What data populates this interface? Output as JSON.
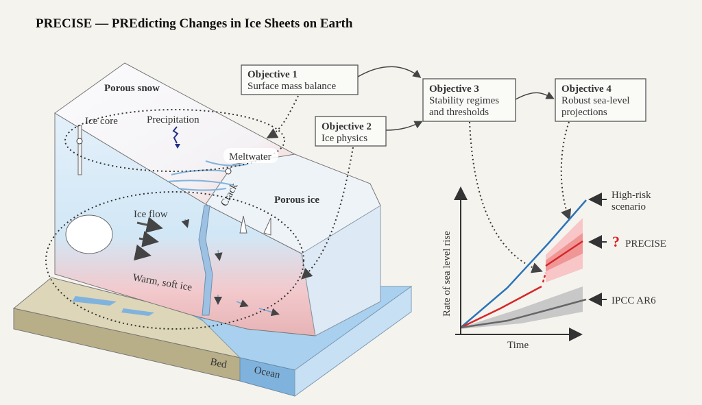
{
  "title": "PRECISE — PREdicting Changes in Ice Sheets on Earth",
  "objectives": [
    {
      "title": "Objective 1",
      "lines": [
        "Surface mass balance"
      ]
    },
    {
      "title": "Objective 2",
      "lines": [
        "Ice physics"
      ]
    },
    {
      "title": "Objective 3",
      "lines": [
        "Stability regimes",
        "and thresholds"
      ]
    },
    {
      "title": "Objective 4",
      "lines": [
        "Robust sea-level",
        "projections"
      ]
    }
  ],
  "labels": {
    "porous_snow": "Porous snow",
    "ice_core": "Ice core",
    "precipitation": "Precipitation",
    "meltwater": "Meltwater",
    "crack": "Crack",
    "porous_ice": "Porous ice",
    "ice_flow": "Ice flow",
    "warm_soft_ice": "Warm, soft ice",
    "bed": "Bed",
    "ocean": "Ocean"
  },
  "chart_data": {
    "type": "line",
    "xlabel": "Time",
    "ylabel": "Rate of sea level rise",
    "series": [
      {
        "name": "High-risk scenario",
        "label_lines": [
          "High-risk",
          "scenario"
        ],
        "color": "#2b74b8"
      },
      {
        "name": "PRECISE",
        "marker": "?",
        "color": "#d62728"
      },
      {
        "name": "IPCC AR6",
        "color": "#666666"
      }
    ]
  },
  "colors": {
    "accent_red": "#d62728",
    "blue_line": "#2b74b8",
    "ocean": "#9cc6e6",
    "bed": "#cfc7a4"
  }
}
